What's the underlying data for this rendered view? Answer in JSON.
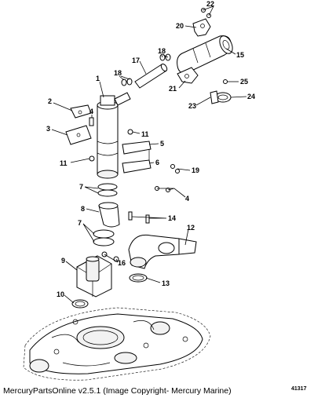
{
  "callouts": {
    "c1": "1",
    "c2": "2",
    "c3": "3",
    "c4a": "4",
    "c4b": "4",
    "c5": "5",
    "c6": "6",
    "c7a": "7",
    "c7b": "7",
    "c8": "8",
    "c9": "9",
    "c10": "10",
    "c11a": "11",
    "c11b": "11",
    "c12": "12",
    "c13": "13",
    "c14": "14",
    "c15": "15",
    "c16": "16",
    "c17": "17",
    "c18a": "18",
    "c18b": "18",
    "c19": "19",
    "c20": "20",
    "c21": "21",
    "c22": "22",
    "c23": "23",
    "c24": "24",
    "c25": "25"
  },
  "footer": {
    "text": "MercuryPartsOnline v2.5.1 (Image Copyright- Mercury Marine)",
    "drawing_id": "41317"
  }
}
